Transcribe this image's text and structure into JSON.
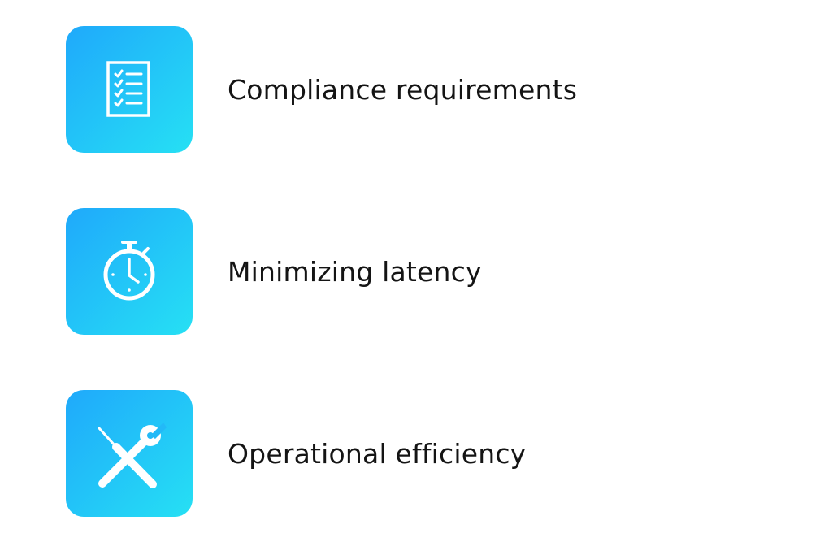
{
  "theme": {
    "tile_gradient_start": "#1fa9fb",
    "tile_gradient_end": "#26e0f4",
    "icon_color": "#ffffff",
    "label_color": "#141414"
  },
  "features": [
    {
      "label": "Compliance requirements",
      "icon": "checklist-icon"
    },
    {
      "label": "Minimizing latency",
      "icon": "stopwatch-icon"
    },
    {
      "label": "Operational efficiency",
      "icon": "tools-icon"
    }
  ]
}
